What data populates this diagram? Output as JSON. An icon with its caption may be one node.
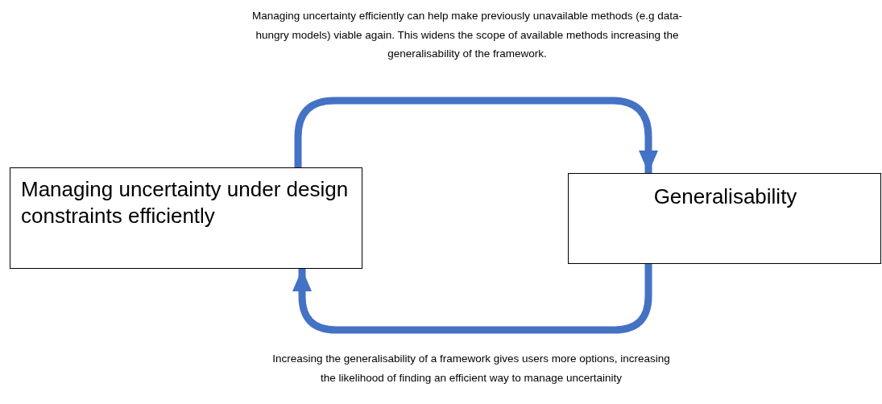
{
  "diagram": {
    "nodes": [
      {
        "text": [
          "Managing uncertainty under design constraints efficiently"
        ]
      },
      {
        "text": [
          "Generalisability"
        ]
      }
    ],
    "edges": [
      {
        "from": 0,
        "to": 1,
        "arrow": "to"
      },
      {
        "from": 1,
        "to": 0,
        "arrow": "to"
      }
    ],
    "labels": [
      "Managing uncertainty efficiently can help make previously unavailable methods (e.g data-hungry models) viable again. This widens the scope of available methods increasing the generalisability of the framework.",
      "Increasing the generalisability of a framework gives users more options, increasing the likelihood of finding an efficient way to manage uncertainity"
    ]
  }
}
